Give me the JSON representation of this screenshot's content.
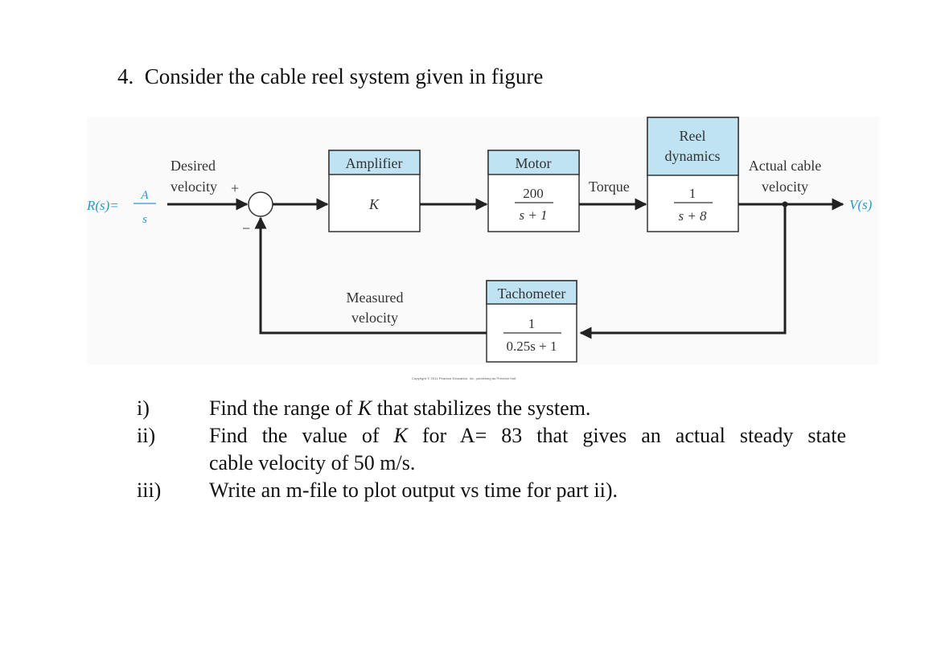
{
  "question": {
    "number": "4.",
    "text": "Consider the cable reel system given in figure"
  },
  "diagram": {
    "input": {
      "label": "R(s)=",
      "numerator": "A",
      "denominator": "s"
    },
    "input_signal_label_line1": "Desired",
    "input_signal_label_line2": "velocity",
    "summing_junction": {
      "plus_sign": "+",
      "minus_sign": "−"
    },
    "blocks": {
      "amplifier": {
        "header": "Amplifier",
        "transfer_function": "K"
      },
      "motor": {
        "header": "Motor",
        "numerator": "200",
        "denominator": "s + 1"
      },
      "reel": {
        "header_line1": "Reel",
        "header_line2": "dynamics",
        "numerator": "1",
        "denominator": "s + 8"
      },
      "tachometer": {
        "header": "Tachometer",
        "numerator": "1",
        "denominator": "0.25s + 1"
      }
    },
    "torque_label": "Torque",
    "output_signal_label_line1": "Actual cable",
    "output_signal_label_line2": "velocity",
    "output": {
      "label": "V(s)"
    },
    "feedback_label_line1": "Measured",
    "feedback_label_line2": "velocity",
    "copyright": "Copyright © 2011 Pearson Education, Inc. publishing as Prentice Hall",
    "colors": {
      "header_fill": "#bfe3f2",
      "signal_blue": "#2a9ac6",
      "line": "#222222"
    }
  },
  "tasks": [
    {
      "num": "i)",
      "text_before_k": "Find the range of ",
      "k": "K",
      "text_after_k": " that stabilizes the system."
    },
    {
      "num": "ii)",
      "text_before_k": "Find the value of ",
      "k": "K",
      "text_after_k": " for A= 83 that gives an actual steady state",
      "continuation": "cable velocity of 50 m/s."
    },
    {
      "num": "iii)",
      "text": "Write an m-file to plot output vs time for part ii)."
    }
  ]
}
